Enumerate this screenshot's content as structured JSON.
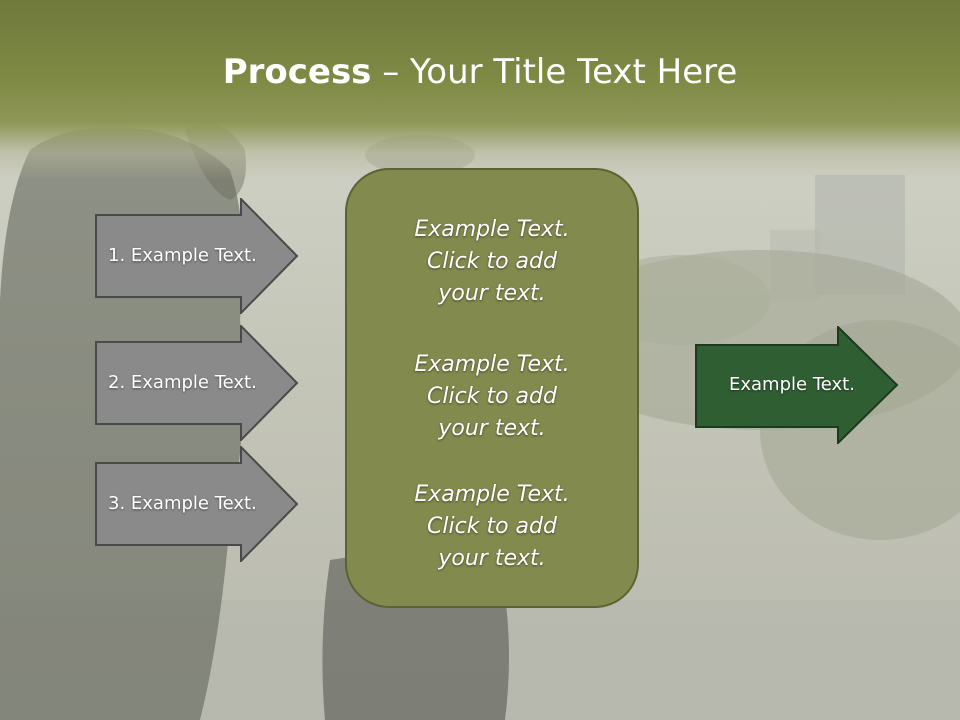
{
  "title": {
    "strong": "Process",
    "rest": " – Your Title Text Here"
  },
  "inputs": [
    {
      "label": "1. Example Text."
    },
    {
      "label": "2. Example Text."
    },
    {
      "label": "3. Example Text."
    }
  ],
  "center": {
    "blocks": [
      {
        "line1": "Example Text.",
        "line2": "Click  to add",
        "line3": "your text."
      },
      {
        "line1": "Example Text.",
        "line2": "Click  to add",
        "line3": "your text."
      },
      {
        "line1": "Example Text.",
        "line2": "Click  to add",
        "line3": "your text."
      }
    ]
  },
  "output": {
    "label": "Example Text."
  },
  "colors": {
    "header": "#7f8a45",
    "gray_arrow": "#8a8a8a",
    "center_box": "#838a4e",
    "green_arrow": "#2f5e32"
  },
  "background_image": "photo-businesswoman-outdoors"
}
